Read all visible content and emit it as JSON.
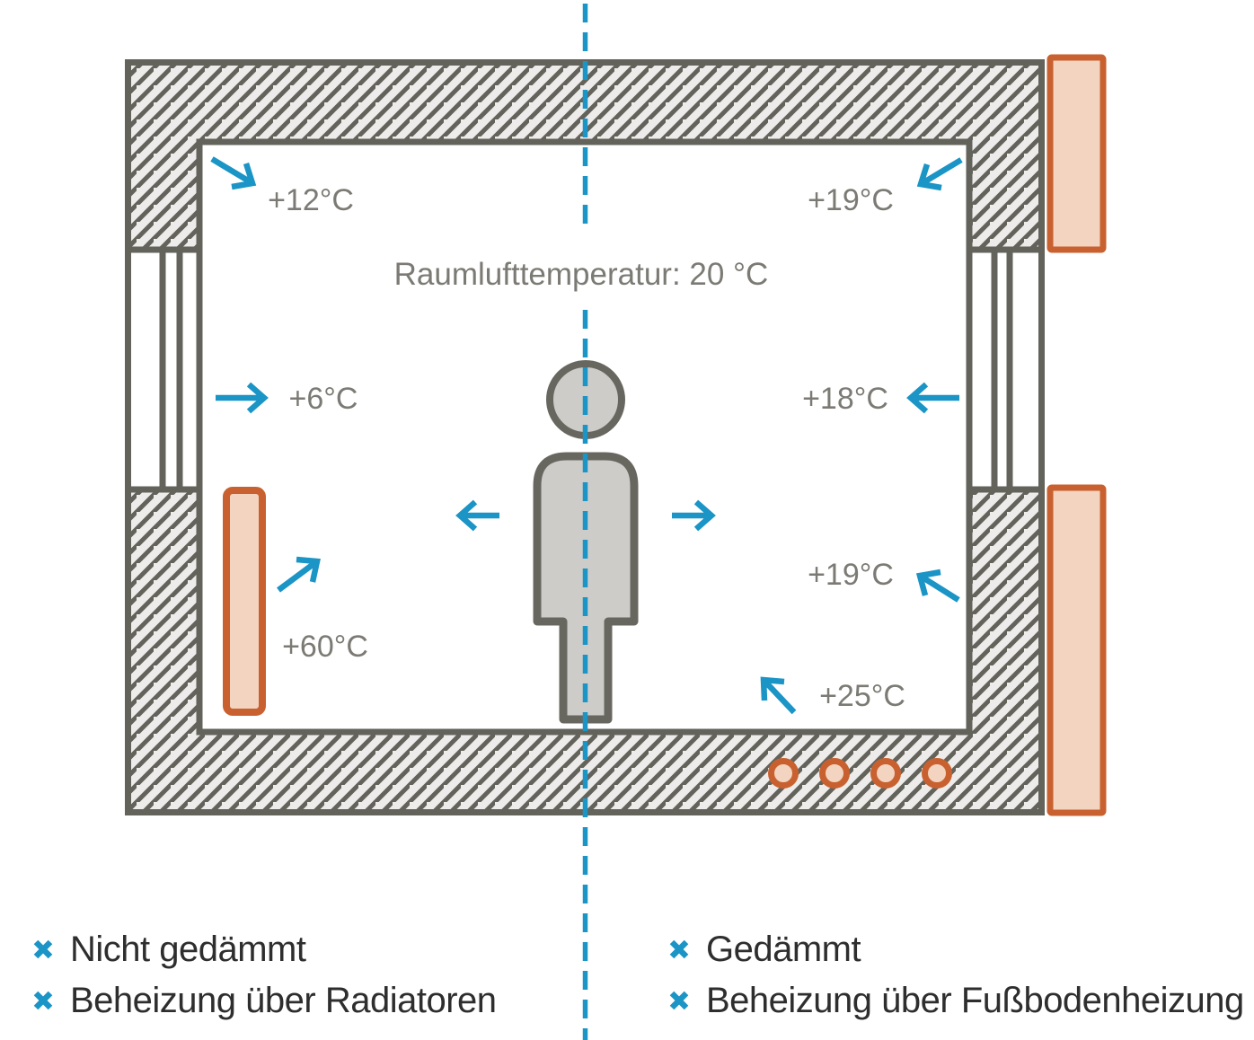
{
  "diagram": {
    "title": "Raumlufttemperatur: 20 °C",
    "temperatures": {
      "wall_top_left": "+12°C",
      "window_left": "+6°C",
      "radiator_surface": "+60°C",
      "wall_top_right": "+19°C",
      "window_right": "+18°C",
      "wall_bottom_right": "+19°C",
      "floor_surface": "+25°C"
    }
  },
  "legend": {
    "left": [
      "Nicht gedämmt",
      "Beheizung über Radiatoren"
    ],
    "right": [
      "Gedämmt",
      "Beheizung über Fußbodenheizung"
    ]
  },
  "colors": {
    "accent_blue": "#1b94c6",
    "heat_orange": "#c8612f",
    "heat_orange_fill": "#f2d4c0",
    "wall_gray": "#63635c",
    "hatch_fill": "#edecea",
    "person_fill": "#cdccc9",
    "label_gray": "#7b7a74",
    "legend_text": "#2e2e2e"
  }
}
